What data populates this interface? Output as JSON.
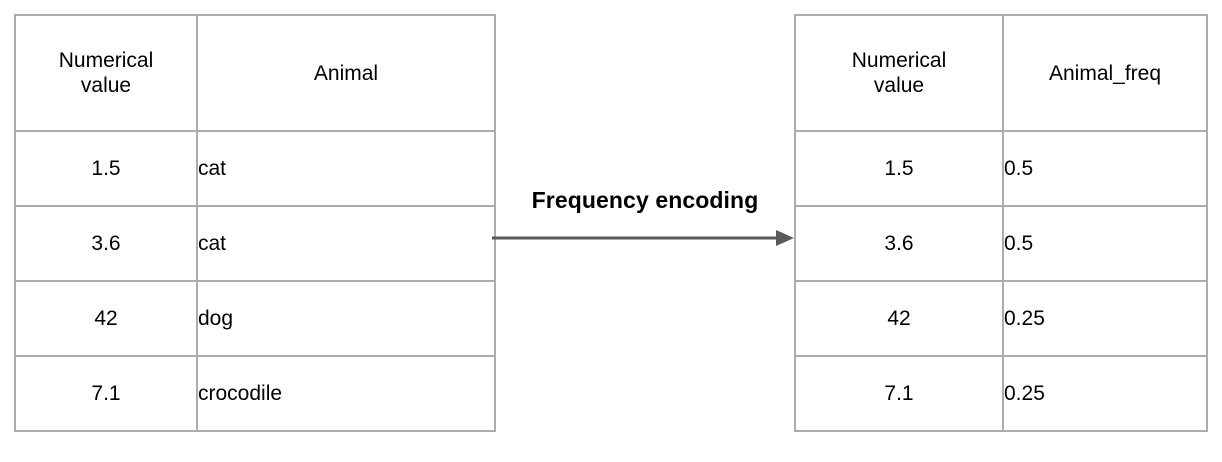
{
  "diagram": {
    "title_text": "Frequency encoding",
    "arrow": {
      "direction": "left-to-right",
      "color": "#595959",
      "name": "transform-arrow"
    },
    "border_color": "#acacac",
    "text_color": "#000000",
    "background_color": "#ffffff"
  },
  "left_table": {
    "name": "input-table",
    "headers": {
      "col1_line1": "Numerical",
      "col1_line2": "value",
      "col2": "Animal"
    },
    "rows": [
      {
        "numerical_value": "1.5",
        "animal": "cat"
      },
      {
        "numerical_value": "3.6",
        "animal": "cat"
      },
      {
        "numerical_value": "42",
        "animal": "dog"
      },
      {
        "numerical_value": "7.1",
        "animal": "crocodile"
      }
    ]
  },
  "right_table": {
    "name": "output-table",
    "headers": {
      "col1_line1": "Numerical",
      "col1_line2": "value",
      "col2": "Animal_freq"
    },
    "rows": [
      {
        "numerical_value": "1.5",
        "animal_freq": "0.5"
      },
      {
        "numerical_value": "3.6",
        "animal_freq": "0.5"
      },
      {
        "numerical_value": "42",
        "animal_freq": "0.25"
      },
      {
        "numerical_value": "7.1",
        "animal_freq": "0.25"
      }
    ]
  }
}
